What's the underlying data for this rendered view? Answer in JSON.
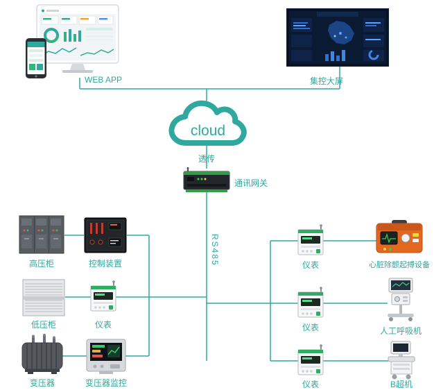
{
  "colors": {
    "accent": "#2fa9a0",
    "dark_device": "#23272b",
    "gateway_green": "#2f9e44"
  },
  "top_left": {
    "label": "WEB APP"
  },
  "top_right": {
    "label": "集控大屏"
  },
  "cloud": {
    "text": "cloud",
    "below_label": "透传"
  },
  "gateway": {
    "label": "通讯网关"
  },
  "bus": {
    "label": "RS485"
  },
  "left_column": {
    "row1": {
      "device1": "高压柜",
      "device2": "控制装置"
    },
    "row2": {
      "device1": "低压柜",
      "device2": "仪表"
    },
    "row3": {
      "device1": "变压器",
      "device2": "变压器监控"
    }
  },
  "right_column": {
    "row1": {
      "meter": "仪表",
      "device": "心脏除颤起搏设备"
    },
    "row2": {
      "meter": "仪表",
      "device": "人工呼吸机"
    },
    "row3": {
      "meter": "仪表",
      "device": "B超机"
    }
  }
}
